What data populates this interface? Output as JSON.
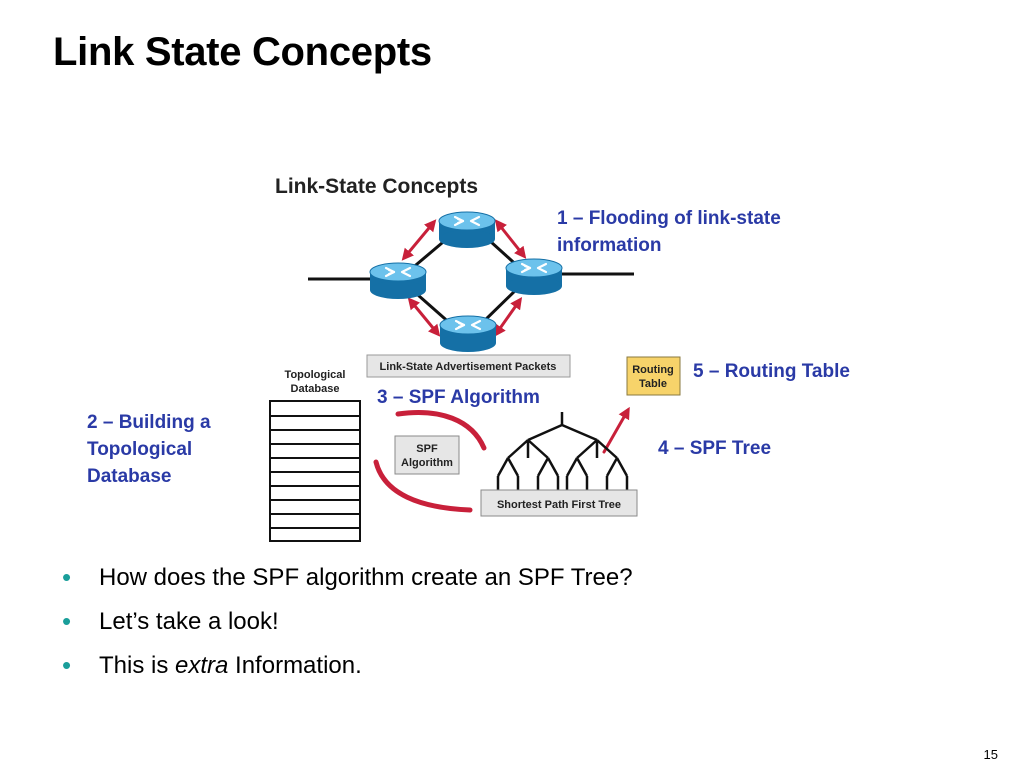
{
  "slide": {
    "title": "Link State Concepts",
    "page_number": "15"
  },
  "diagram": {
    "heading": "Link-State Concepts",
    "lsa_label": "Link-State Advertisement Packets",
    "topo_db_label": [
      "Topological",
      "Database"
    ],
    "spf_box_label": [
      "SPF",
      "Algorithm"
    ],
    "tree_label": "Shortest Path First Tree",
    "routing_table_label": [
      "Routing",
      "Table"
    ],
    "colors": {
      "router": "#1a86be",
      "router_top": "#74c6ee",
      "arrow": "#c8203a",
      "annotation": "#2a3aa6",
      "routing_box": "#f7d36a",
      "label_box": "#e6e6e6"
    }
  },
  "annotations": {
    "flooding": [
      "1 – Flooding of link-state",
      "information"
    ],
    "building_db": [
      "2 – Building a",
      "Topological",
      "Database"
    ],
    "spf_algorithm": "3 – SPF Algorithm",
    "spf_tree": "4 – SPF Tree",
    "routing_table": "5 – Routing Table"
  },
  "bullets": [
    {
      "before": "How does the SPF algorithm create an SPF Tree?",
      "em": "",
      "after": ""
    },
    {
      "before": "Let’s take a look!",
      "em": "",
      "after": ""
    },
    {
      "before": "This is ",
      "em": "extra",
      "after": " Information."
    }
  ]
}
